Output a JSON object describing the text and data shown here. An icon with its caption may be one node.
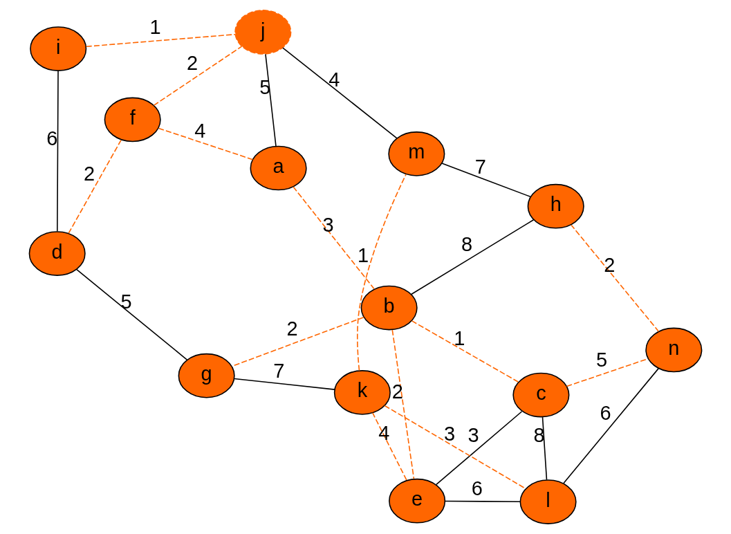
{
  "diagram": {
    "nodes": [
      {
        "text": [
          "a"
        ]
      },
      {
        "text": [
          "b"
        ]
      },
      {
        "text": [
          "c"
        ]
      },
      {
        "text": [
          "e"
        ]
      },
      {
        "text": [
          "d"
        ]
      },
      {
        "text": [
          "f"
        ]
      },
      {
        "text": [
          "g"
        ]
      },
      {
        "text": [
          "n"
        ]
      },
      {
        "text": [
          "i"
        ]
      },
      {
        "text": [
          "j"
        ]
      },
      {
        "text": [
          "k"
        ]
      },
      {
        "text": [
          "l"
        ]
      },
      {
        "text": [
          "h"
        ]
      },
      {
        "text": [
          "m"
        ]
      }
    ],
    "edges": [
      {
        "from": 0,
        "to": 1,
        "arrow": "none",
        "label": "3",
        "style": "dashed"
      },
      {
        "from": 1,
        "to": 2,
        "arrow": "none",
        "label": "1",
        "style": "dashed"
      },
      {
        "from": 1,
        "to": 12,
        "arrow": "none",
        "label": "8",
        "color": "#000000"
      },
      {
        "from": 0,
        "to": 5,
        "arrow": "none",
        "label": "4",
        "style": "dashed"
      },
      {
        "from": 0,
        "to": 9,
        "arrow": "none",
        "label": "5",
        "color": "#000000"
      },
      {
        "from": 1,
        "to": 6,
        "arrow": "none",
        "label": "2",
        "style": "dashed"
      },
      {
        "from": 1,
        "to": 3,
        "arrow": "none",
        "label": "2",
        "style": "dashed"
      },
      {
        "from": 2,
        "to": 3,
        "arrow": "none",
        "label": "3",
        "color": "#000000"
      },
      {
        "from": 2,
        "to": 11,
        "arrow": "none",
        "label": "8",
        "color": "#000000"
      },
      {
        "from": 2,
        "to": 7,
        "arrow": "none",
        "label": "5",
        "style": "dashed"
      },
      {
        "from": 4,
        "to": 5,
        "arrow": "none",
        "label": "2",
        "style": "dashed"
      },
      {
        "from": 4,
        "to": 6,
        "arrow": "none",
        "label": "5",
        "color": "#000000"
      },
      {
        "from": 4,
        "to": 8,
        "arrow": "none",
        "label": "6",
        "color": "#000000"
      },
      {
        "from": 3,
        "to": 10,
        "arrow": "none",
        "label": "4",
        "style": "dashed"
      },
      {
        "from": 3,
        "to": 11,
        "arrow": "none",
        "label": "6",
        "color": "#000000"
      },
      {
        "from": 7,
        "to": 11,
        "arrow": "none",
        "label": "6",
        "color": "#000000"
      },
      {
        "from": 7,
        "to": 12,
        "arrow": "none",
        "label": "2",
        "style": "dashed"
      },
      {
        "from": 5,
        "to": 9,
        "arrow": "none",
        "label": "2",
        "style": "dashed"
      },
      {
        "from": 8,
        "to": 9,
        "arrow": "none",
        "label": "1",
        "style": "dashed"
      },
      {
        "from": 6,
        "to": 10,
        "arrow": "none",
        "label": "7",
        "color": "#000000"
      },
      {
        "from": 10,
        "to": 11,
        "arrow": "none",
        "label": "3",
        "style": "dashed"
      },
      {
        "from": 9,
        "to": 13,
        "arrow": "none",
        "label": "4",
        "color": "#000000"
      },
      {
        "from": 10,
        "to": 13,
        "arrow": "none",
        "label": "1",
        "style": "dashed"
      },
      {
        "from": 13,
        "to": 12,
        "arrow": "none",
        "label": "7",
        "color": "#000000"
      }
    ]
  }
}
